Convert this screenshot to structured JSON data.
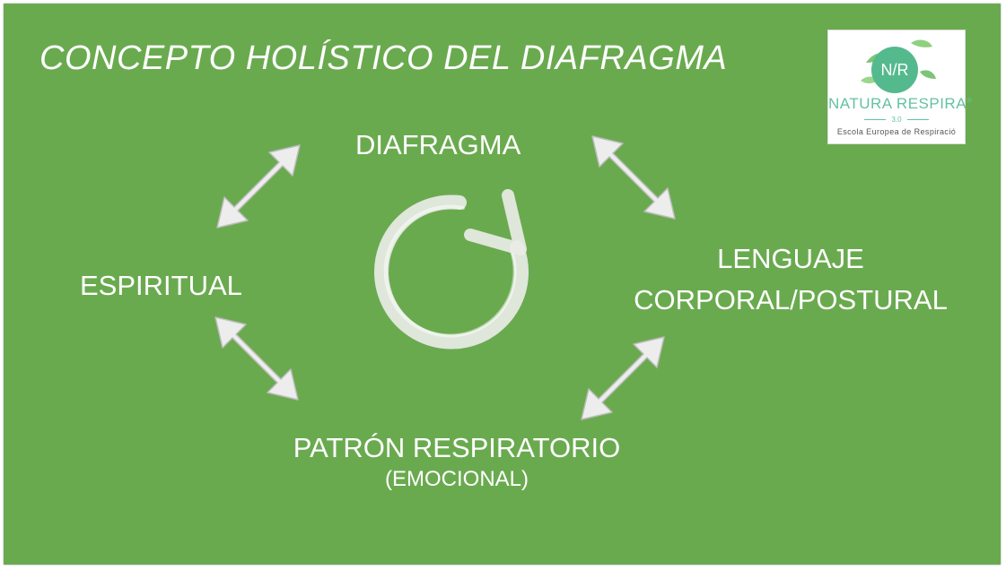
{
  "slide": {
    "title": "CONCEPTO HOLÍSTICO DEL DIAFRAGMA",
    "background": "#6aaa4f",
    "text_color": "#ffffff"
  },
  "nodes": {
    "diafragma": "DIAFRAGMA",
    "espiritual": "ESPIRITUAL",
    "lenguaje_line1": "LENGUAJE",
    "lenguaje_line2": "CORPORAL/POSTURAL",
    "patron_line1": "PATRÓN RESPIRATORIO",
    "patron_line2": "(EMOCIONAL)"
  },
  "icons": {
    "arrows": "double-headed-arrow-icon",
    "center": "cycle-arrow-icon"
  },
  "logo": {
    "monogram": "N/R",
    "brand": "NATURA RESPIRA",
    "registered": "®",
    "version": "3.0",
    "tagline": "Escola Europea de Respiració",
    "accent": "#55b98e"
  }
}
